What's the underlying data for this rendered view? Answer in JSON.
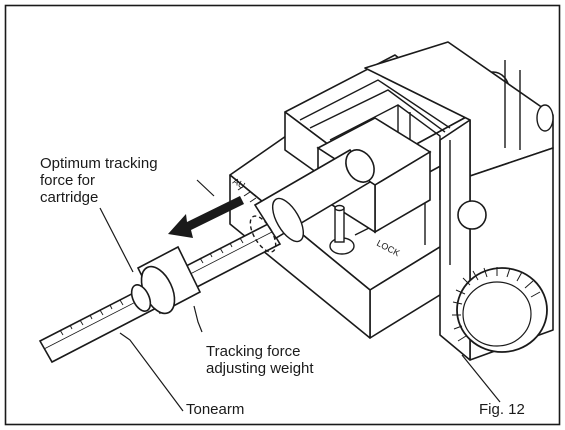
{
  "labels": {
    "optimum": [
      "Optimum tracking",
      "force for",
      "cartridge"
    ],
    "weight": [
      "Tracking force",
      "adjusting weight"
    ],
    "tonearm": "Tonearm",
    "figure": "Fig. 12"
  },
  "scale_marks": {
    "au": "AU",
    "lock": "LOCK"
  },
  "colors": {
    "ink": "#1a1a1a",
    "paper": "#ffffff"
  }
}
